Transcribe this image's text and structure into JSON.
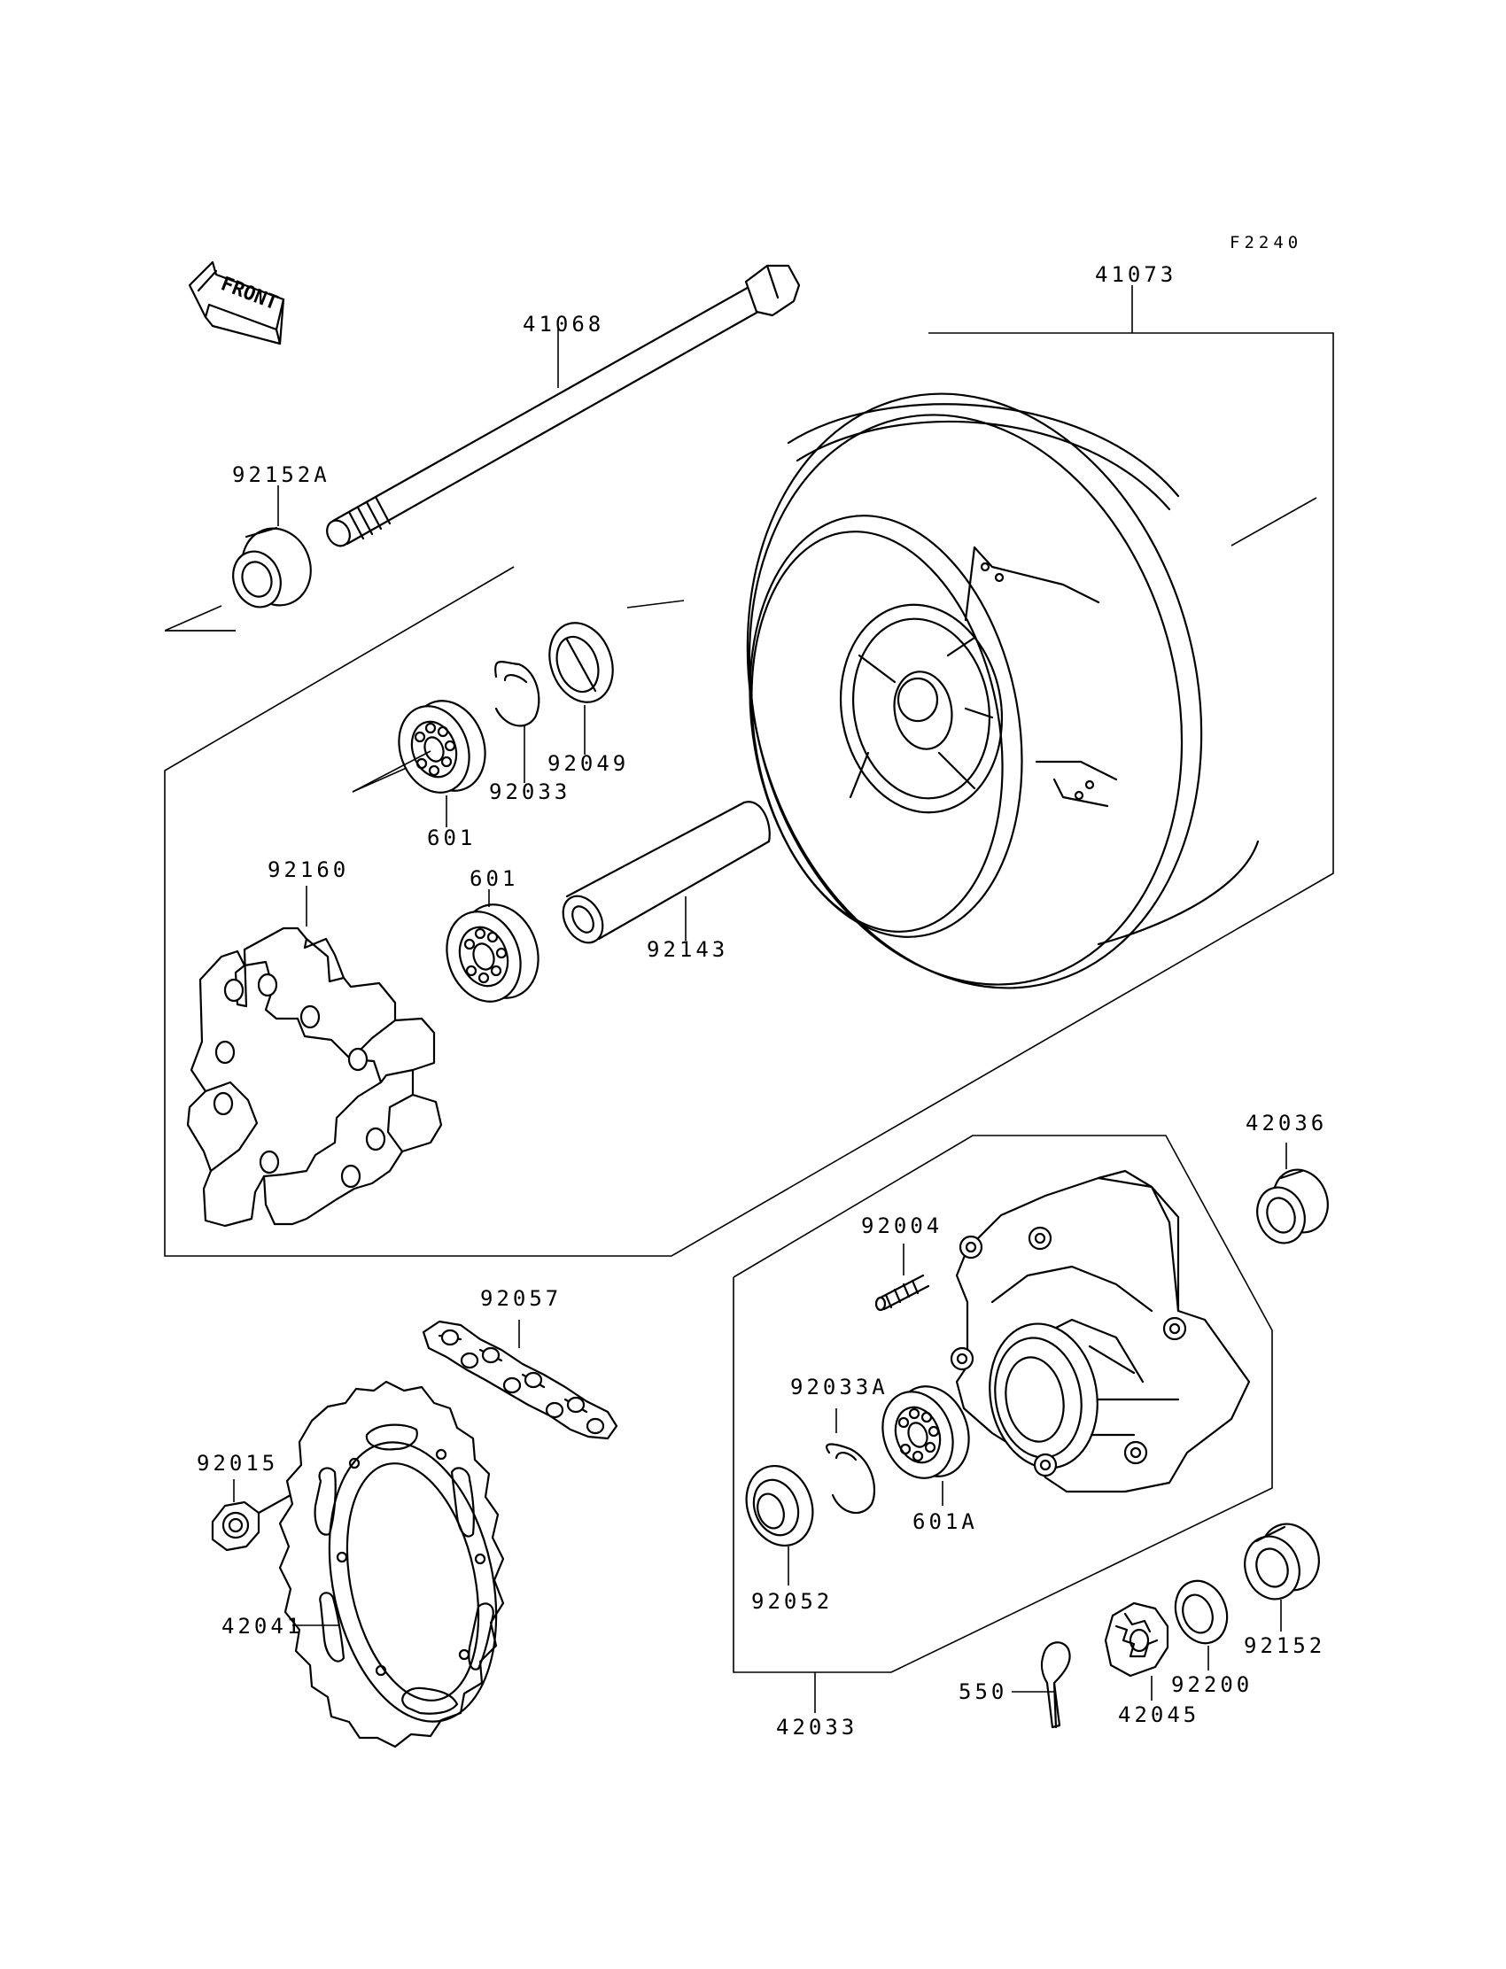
{
  "figure_code": "F2240",
  "front_label": "FRONT",
  "parts": {
    "p41068": "41068",
    "p41073": "41073",
    "p92152A": "92152A",
    "p92049": "92049",
    "p92033": "92033",
    "p601_upper": "601",
    "p601_lower": "601",
    "p92160": "92160",
    "p92143": "92143",
    "p42036": "42036",
    "p92004": "92004",
    "p92057": "92057",
    "p92033A": "92033A",
    "p601A": "601A",
    "p92015": "92015",
    "p92052": "92052",
    "p42041": "42041",
    "p92152": "92152",
    "p92200": "92200",
    "p550": "550",
    "p42045": "42045",
    "p42033": "42033"
  }
}
